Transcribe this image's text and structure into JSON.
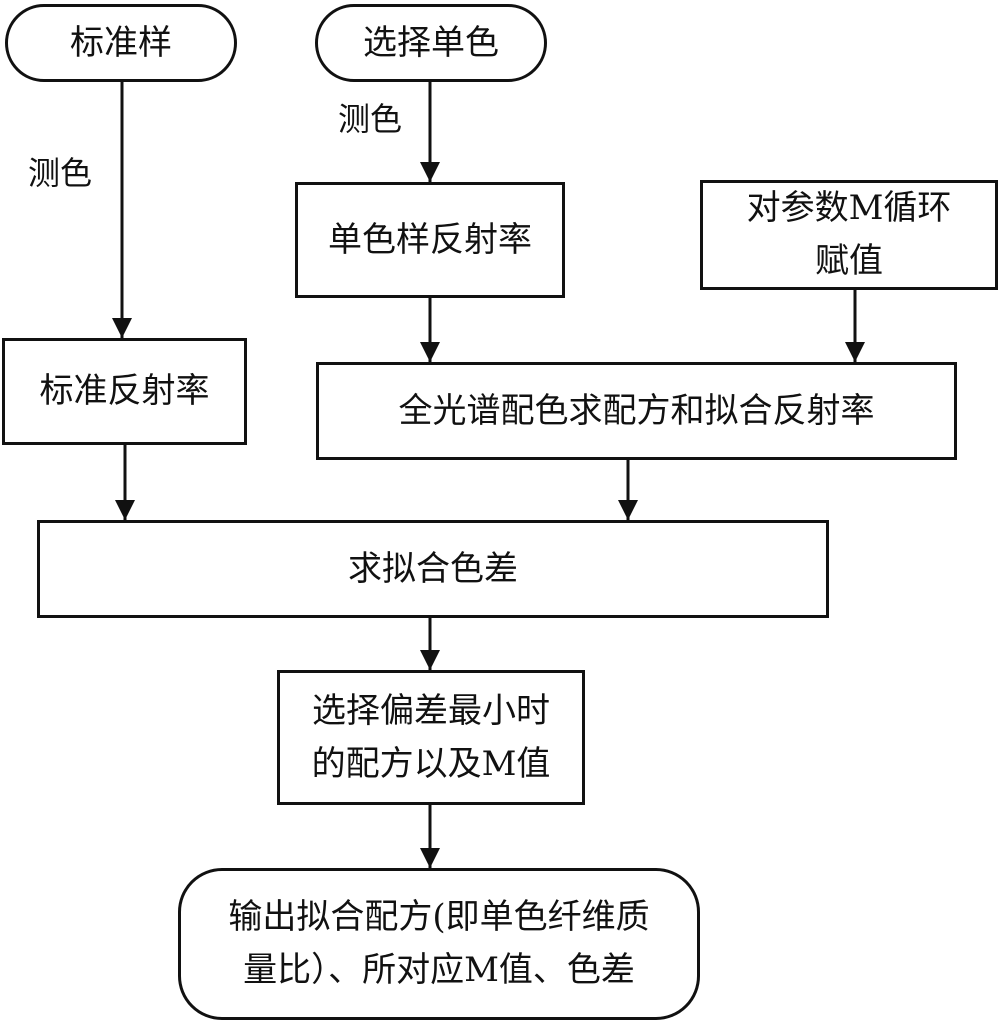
{
  "nodes": {
    "standard_sample": "标准样",
    "select_single_color": "选择单色",
    "single_color_reflectance": "单色样反射率",
    "param_m": [
      "对参数M循环",
      "赋值"
    ],
    "standard_reflectance": "标准反射率",
    "full_spectrum": "全光谱配色求配方和拟合反射率",
    "fit_color_diff": "求拟合色差",
    "select_min": [
      "选择偏差最小时",
      "的配方以及M值"
    ],
    "output": [
      "输出拟合配方(即单色纤维质",
      "量比）、所对应M值、色差"
    ]
  },
  "labels": {
    "measure_color_left": "测色",
    "measure_color_right": "测色"
  },
  "colors": {
    "stroke": "#111111",
    "background": "#ffffff"
  }
}
